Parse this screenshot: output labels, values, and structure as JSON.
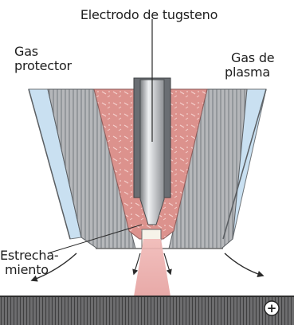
{
  "labels": {
    "electrode": "Electrodo de tugsteno",
    "shield_gas_line1": "Gas",
    "shield_gas_line2": "protector",
    "plasma_gas_line1": "Gas de",
    "plasma_gas_line2": "plasma",
    "constriction_line1": "Estrecha-",
    "constriction_line2": "miento",
    "polarity": "+"
  },
  "colors": {
    "hatch": "#8f9296",
    "shield_channel": "#c7dff0",
    "plasma_chamber": "#d98c88",
    "electrode": "#c9cccf",
    "plasma_jet": "#e9a7a6",
    "workpiece": "#5f5f60",
    "arrow": "#2b2b2b"
  }
}
